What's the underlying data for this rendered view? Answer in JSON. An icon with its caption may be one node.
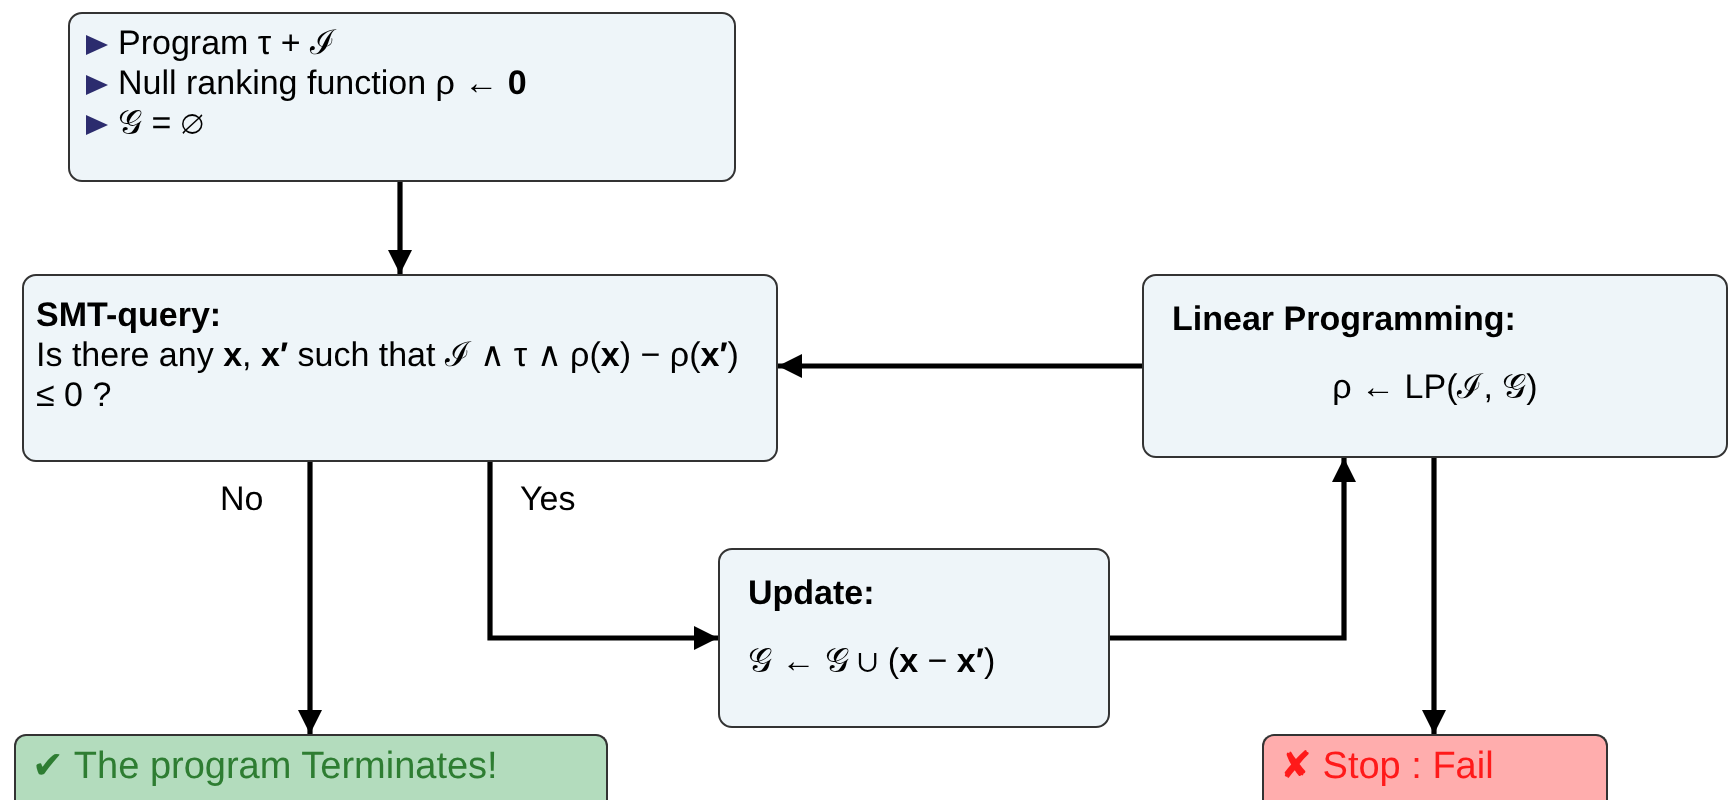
{
  "diagram": {
    "nodes": [
      {
        "text": [
          "Program τ + ℐ",
          "Null ranking function ρ ← **0**",
          "𝒢 = ∅"
        ]
      },
      {
        "text": [
          "SMT-query:",
          "Is there any **x**, **x′** such that ℐ ∧ τ ∧ ρ(**x**) − ρ(**x′**) ≤ 0 ?"
        ]
      },
      {
        "text": [
          "Linear Programming:",
          "ρ ← LP(ℐ, 𝒢)"
        ]
      },
      {
        "text": [
          "Update:",
          "𝒢 ← 𝒢 ∪ (**x** − **x′**)"
        ]
      },
      {
        "text": [
          "✔ The program Terminates!"
        ]
      },
      {
        "text": [
          "✘ Stop : Fail"
        ]
      }
    ],
    "edges": [
      {
        "from": 0,
        "to": 1,
        "arrow": "to"
      },
      {
        "from": 1,
        "to": 4,
        "arrow": "to",
        "label": "No"
      },
      {
        "from": 1,
        "to": 3,
        "arrow": "to",
        "label": "Yes"
      },
      {
        "from": 3,
        "to": 2,
        "arrow": "to"
      },
      {
        "from": 2,
        "to": 1,
        "arrow": "to"
      },
      {
        "from": 2,
        "to": 5,
        "arrow": "to"
      }
    ]
  }
}
